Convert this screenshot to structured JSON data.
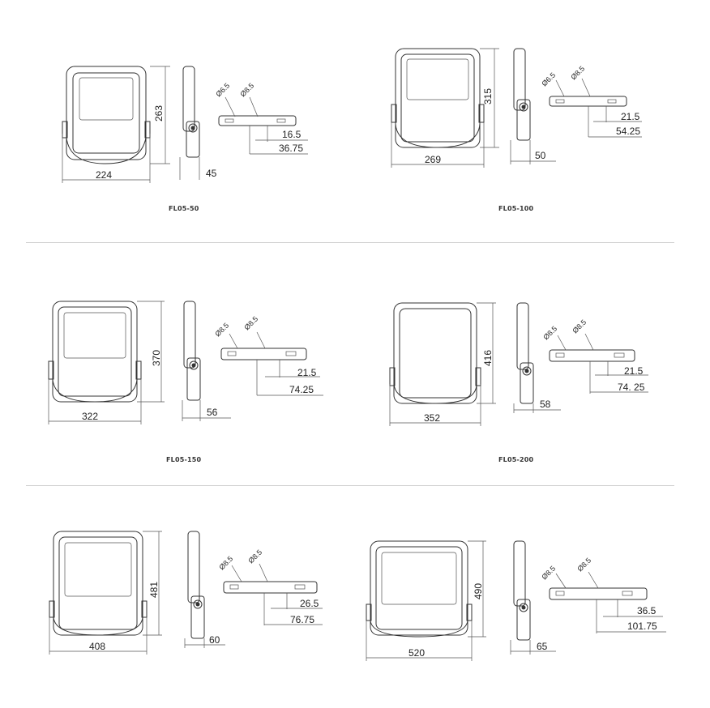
{
  "products": [
    {
      "model": "FL05-50",
      "width": "224",
      "height": "263",
      "depth": "45",
      "hole_a": "Ø6.5",
      "hole_b": "Ø8.5",
      "dim_a": "16.5",
      "dim_b": "36.75"
    },
    {
      "model": "FL05-100",
      "width": "269",
      "height": "315",
      "depth": "50",
      "hole_a": "Ø6.5",
      "hole_b": "Ø8.5",
      "dim_a": "21.5",
      "dim_b": "54.25"
    },
    {
      "model": "FL05-150",
      "width": "322",
      "height": "370",
      "depth": "56",
      "hole_a": "Ø8.5",
      "hole_b": "Ø8.5",
      "dim_a": "21.5",
      "dim_b": "74.25"
    },
    {
      "model": "FL05-200",
      "width": "352",
      "height": "416",
      "depth": "58",
      "hole_a": "Ø8.5",
      "hole_b": "Ø8.5",
      "dim_a": "21.5",
      "dim_b": "74. 25"
    },
    {
      "model": "",
      "width": "408",
      "height": "481",
      "depth": "60",
      "hole_a": "Ø8.5",
      "hole_b": "Ø8.5",
      "dim_a": "26.5",
      "dim_b": "76.75"
    },
    {
      "model": "",
      "width": "520",
      "height": "490",
      "depth": "65",
      "hole_a": "Ø8.5",
      "hole_b": "Ø8.5",
      "dim_a": "36.5",
      "dim_b": "101.75"
    }
  ]
}
